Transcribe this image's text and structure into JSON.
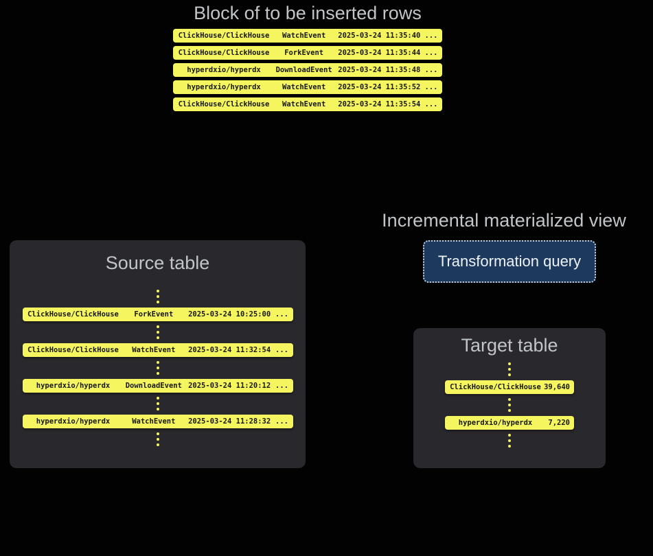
{
  "colors": {
    "background": "#020203",
    "row_yellow": "#f5f55f",
    "panel_bg": "#29292d",
    "heading_gray": "#c2c5c8",
    "button_bg": "#1d3a5e",
    "button_border": "#c6d0da",
    "button_text": "#eef2f6",
    "row_text": "#17170f"
  },
  "insert_block": {
    "title": "Block of to be inserted rows",
    "rows": [
      {
        "repo": "ClickHouse/ClickHouse",
        "event": "WatchEvent",
        "timestamp": "2025-03-24 11:35:40",
        "more": "..."
      },
      {
        "repo": "ClickHouse/ClickHouse",
        "event": "ForkEvent",
        "timestamp": "2025-03-24 11:35:44",
        "more": "..."
      },
      {
        "repo": "hyperdxio/hyperdx",
        "event": "DownloadEvent",
        "timestamp": "2025-03-24 11:35:48",
        "more": "..."
      },
      {
        "repo": "hyperdxio/hyperdx",
        "event": "WatchEvent",
        "timestamp": "2025-03-24 11:35:52",
        "more": "..."
      },
      {
        "repo": "ClickHouse/ClickHouse",
        "event": "WatchEvent",
        "timestamp": "2025-03-24 11:35:54",
        "more": "..."
      }
    ]
  },
  "source_table": {
    "title": "Source table",
    "rows": [
      {
        "repo": "ClickHouse/ClickHouse",
        "event": "ForkEvent",
        "timestamp": "2025-03-24 10:25:00",
        "more": "..."
      },
      {
        "repo": "ClickHouse/ClickHouse",
        "event": "WatchEvent",
        "timestamp": "2025-03-24 11:32:54",
        "more": "..."
      },
      {
        "repo": "hyperdxio/hyperdx",
        "event": "DownloadEvent",
        "timestamp": "2025-03-24 11:20:12",
        "more": "..."
      },
      {
        "repo": "hyperdxio/hyperdx",
        "event": "WatchEvent",
        "timestamp": "2025-03-24 11:28:32",
        "more": "..."
      }
    ]
  },
  "materialized_view": {
    "title": "Incremental materialized view",
    "button_label": "Transformation query"
  },
  "target_table": {
    "title": "Target table",
    "rows": [
      {
        "repo": "ClickHouse/ClickHouse",
        "count": "39,640"
      },
      {
        "repo": "hyperdxio/hyperdx",
        "count": "7,220"
      }
    ]
  }
}
